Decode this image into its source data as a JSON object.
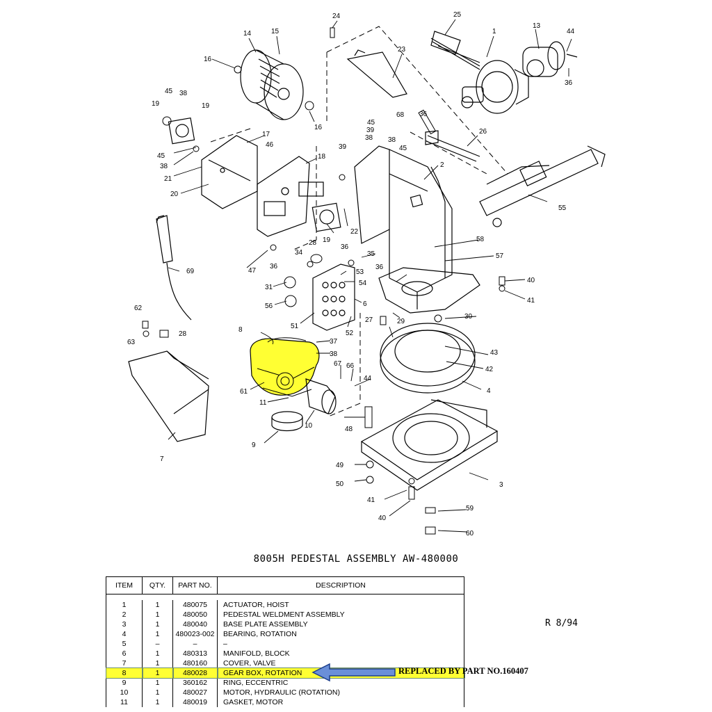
{
  "title": "8005H PEDESTAL ASSEMBLY  AW-480000",
  "revision": "R 8/94",
  "note": "REPLACED BY PART NO.160407",
  "colors": {
    "highlight": "#ffff33",
    "arrow_fill": "#6a8fd8",
    "arrow_stroke": "#1c3e8c"
  },
  "table": {
    "headers": [
      "ITEM",
      "QTY.",
      "PART NO.",
      "DESCRIPTION"
    ],
    "rows": [
      {
        "item": "1",
        "qty": "1",
        "part": "480075",
        "desc": "ACTUATOR, HOIST"
      },
      {
        "item": "2",
        "qty": "1",
        "part": "480050",
        "desc": "PEDESTAL WELDMENT ASSEMBLY"
      },
      {
        "item": "3",
        "qty": "1",
        "part": "480040",
        "desc": "BASE PLATE ASSEMBLY"
      },
      {
        "item": "4",
        "qty": "1",
        "part": "480023-002",
        "desc": "BEARING, ROTATION"
      },
      {
        "item": "5",
        "qty": "–",
        "part": "–",
        "desc": "–"
      },
      {
        "item": "6",
        "qty": "1",
        "part": "480313",
        "desc": "MANIFOLD, BLOCK"
      },
      {
        "item": "7",
        "qty": "1",
        "part": "480160",
        "desc": "COVER, VALVE"
      },
      {
        "item": "8",
        "qty": "1",
        "part": "480028",
        "desc": "GEAR BOX, ROTATION"
      },
      {
        "item": "9",
        "qty": "1",
        "part": "360162",
        "desc": "RING, ECCENTRIC"
      },
      {
        "item": "10",
        "qty": "1",
        "part": "480027",
        "desc": "MOTOR, HYDRAULIC (ROTATION)"
      },
      {
        "item": "11",
        "qty": "1",
        "part": "480019",
        "desc": "GASKET, MOTOR"
      }
    ]
  },
  "callouts": {
    "n1": "1",
    "n2": "2",
    "n3": "3",
    "n4": "4",
    "n6": "6",
    "n7": "7",
    "n8": "8",
    "n9": "9",
    "n10": "10",
    "n11": "11",
    "n13": "13",
    "n14": "14",
    "n15": "15",
    "n16": "16",
    "n17": "17",
    "n18": "18",
    "n19": "19",
    "n20": "20",
    "n21": "21",
    "n22": "22",
    "n23": "23",
    "n24": "24",
    "n25": "25",
    "n26": "26",
    "n27": "27",
    "n28": "28",
    "n29": "29",
    "n30": "30",
    "n31": "31",
    "n34": "34",
    "n35": "35",
    "n36": "36",
    "n37": "37",
    "n38": "38",
    "n39": "39",
    "n40": "40",
    "n41": "41",
    "n42": "42",
    "n43": "43",
    "n44": "44",
    "n45": "45",
    "n46": "46",
    "n47": "47",
    "n48": "48",
    "n49": "49",
    "n50": "50",
    "n51": "51",
    "n52": "52",
    "n53": "53",
    "n54": "54",
    "n55": "55",
    "n56": "56",
    "n57": "57",
    "n58": "58",
    "n59": "59",
    "n60": "60",
    "n61": "61",
    "n62": "62",
    "n63": "63",
    "n66": "66",
    "n67": "67",
    "n68": "68",
    "n69": "69"
  }
}
